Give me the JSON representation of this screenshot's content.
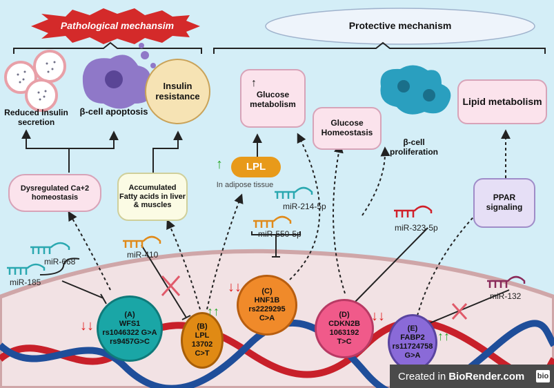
{
  "headers": {
    "pathological": "Pathological mechansim",
    "protective": "Protective mechanism"
  },
  "outcomes": {
    "reduced_insulin": "Reduced Insulin secretion",
    "beta_apoptosis": "β-cell apoptosis",
    "insulin_resistance": "Insulin resistance",
    "glucose_metabolism": "Glucose metabolism",
    "glucose_homeostasis": "Glucose Homeostasis",
    "beta_proliferation": "β-cell proliferation",
    "lipid_metabolism": "Lipid metabolism"
  },
  "mechanisms": {
    "ca_homeostasis": "Dysregulated Ca+2 homeostasis",
    "fatty_acids": "Accumulated Fatty acids in liver & muscles",
    "lpl_label": "LPL",
    "adipose": "In adipose tissue",
    "ppar": "PPAR signaling"
  },
  "mirnas": {
    "mir185": "miR-185",
    "mir668": "miR-668",
    "mir410": "miR-410",
    "mir214": "miR-214-5p",
    "mir550": "miR-550-5p",
    "mir323": "miR-323-5p",
    "mir132": "miR-132"
  },
  "genes": [
    {
      "id": "(A)",
      "name": "WFS1",
      "v1": "rs1046322 G>A",
      "v2": "rs9457G>C"
    },
    {
      "id": "(B)",
      "name": "LPL",
      "v1": "13702",
      "v2": "C>T"
    },
    {
      "id": "(C)",
      "name": "HNF1B",
      "v1": "rs2229295",
      "v2": "C>A"
    },
    {
      "id": "(D)",
      "name": "CDKN2B",
      "v1": "1063192",
      "v2": "T>C"
    },
    {
      "id": "(E)",
      "name": "FABP2",
      "v1": "rs11724758",
      "v2": "G>A"
    }
  ],
  "credit": {
    "prefix": "Created in",
    "brand": "BioRender.com",
    "logo": "bio"
  },
  "colors": {
    "background": "#d4eef7",
    "pathological_red": "#d42a2a",
    "gene_a": "#1aa6a6",
    "gene_b": "#e08a14",
    "gene_c": "#f08a2a",
    "gene_d": "#f05a8a",
    "gene_e": "#8a6ad8",
    "down_red": "#e02020",
    "up_green": "#2aa82a"
  },
  "icons": [
    "up-arrow-icon",
    "down-arrow-icon",
    "mirna-hairpin-icon",
    "inhibit-cross-icon"
  ]
}
